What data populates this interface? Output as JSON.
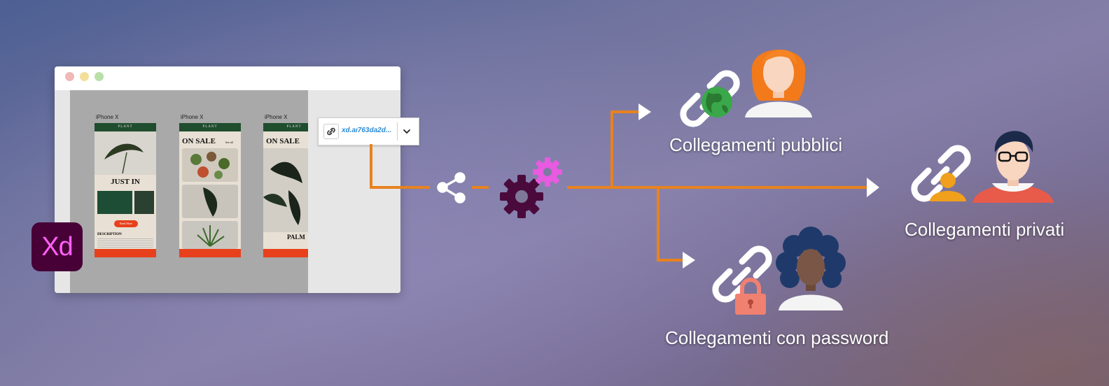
{
  "diagram": {
    "xd_logo_text": "Xd",
    "artboards": [
      {
        "label": "iPhone X",
        "header": "PLANT",
        "title": "JUST IN",
        "button": "Read More",
        "section": "DESCRIPTION"
      },
      {
        "label": "iPhone X",
        "header": "PLANT",
        "title": "ON SALE",
        "subtitle": "See all"
      },
      {
        "label": "iPhone X",
        "header": "PLANT",
        "title": "ON SALE",
        "footer_title": "PALM"
      }
    ],
    "link_field": {
      "url": "xd.aı763da2d..."
    },
    "destinations": [
      {
        "label": "Collegamenti pubblici",
        "badge": "globe-icon"
      },
      {
        "label": "Collegamenti privati",
        "badge": "person-icon"
      },
      {
        "label": "Collegamenti con password",
        "badge": "lock-icon"
      }
    ],
    "colors": {
      "connector": "#e8821f",
      "xd_bg": "#470137",
      "xd_fg": "#ff61f6",
      "gear_dark": "#4a0b3c",
      "gear_light": "#e85ae0",
      "globe": "#3aa84a",
      "person_badge": "#f0a01c",
      "lock": "#f08070"
    }
  }
}
